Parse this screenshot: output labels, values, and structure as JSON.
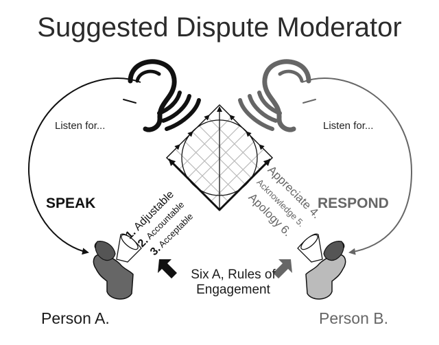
{
  "title": "Suggested Dispute Moderator",
  "left": {
    "listen_label": "Listen for...",
    "action_label": "SPEAK",
    "person_label": "Person A.",
    "rules": [
      {
        "num": "1.",
        "text": "Adjustable"
      },
      {
        "num": "2.",
        "text": "Accountable"
      },
      {
        "num": "3.",
        "text": "Acceptable"
      }
    ],
    "color": "#111111"
  },
  "right": {
    "listen_label": "Listen for...",
    "action_label": "RESPOND",
    "person_label": "Person B.",
    "rules": [
      {
        "text": "Appreciate",
        "num": "4."
      },
      {
        "text": "Acknowledge",
        "num": "5."
      },
      {
        "text": "Apology",
        "num": "6."
      }
    ],
    "color": "#666666"
  },
  "center_caption": "Six A, Rules of Engagement",
  "icons": {
    "left_ear": "ear-icon",
    "right_ear": "ear-icon",
    "left_person": "person-megaphone-icon",
    "right_person": "person-megaphone-icon"
  }
}
